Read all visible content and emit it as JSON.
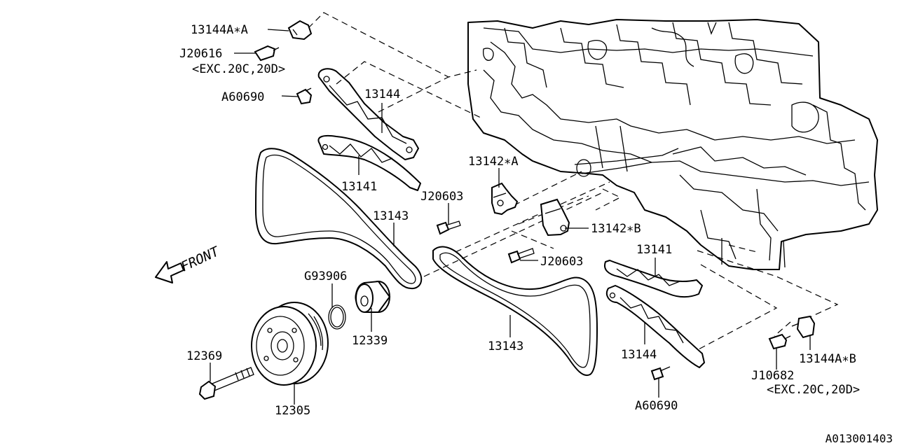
{
  "callouts": {
    "c13144A_A": "13144A∗A",
    "cJ20616": "J20616",
    "cEXC_top": "<EXC.20C,20D>",
    "cA60690_top": "A60690",
    "c13144_top": "13144",
    "c13141_top": "13141",
    "c13143_top": "13143",
    "c13142_A": "13142∗A",
    "cJ20603_top": "J20603",
    "c13142_B": "13142∗B",
    "cJ20603_mid": "J20603",
    "c13141_right": "13141",
    "cG93906": "G93906",
    "c12339": "12339",
    "c13143_mid": "13143",
    "c13144_right": "13144",
    "c12369": "12369",
    "c12305": "12305",
    "cA60690_bottom": "A60690",
    "cJ10682": "J10682",
    "c13144A_B": "13144A∗B",
    "cEXC_bottom": "<EXC.20C,20D>"
  },
  "front_label": "FRONT",
  "reference_code": "A013001403"
}
